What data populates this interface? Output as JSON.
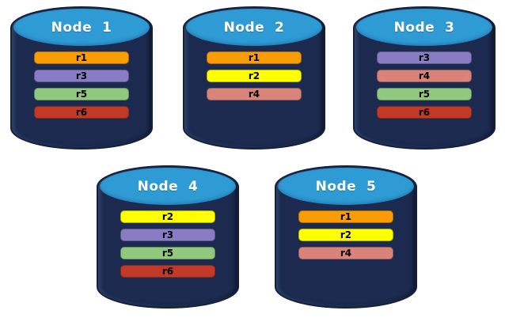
{
  "diagram": {
    "background": "#FFFFFF"
  },
  "colors": {
    "cylinder_body": "#1B2A4E",
    "cylinder_edge": "#13203F",
    "cylinder_top": "#2F9BD5",
    "node_label_text": "#FFFFFF",
    "replica_label_text": "#000000"
  },
  "replica_colors": {
    "r1": "#F99C06",
    "r2": "#FFFF00",
    "r3": "#8A7CC4",
    "r4": "#D9837A",
    "r5": "#90C97E",
    "r6": "#C13A27"
  },
  "nodes": [
    {
      "label": "Node  1",
      "replicas": [
        "r1",
        "r3",
        "r5",
        "r6"
      ]
    },
    {
      "label": "Node  2",
      "replicas": [
        "r1",
        "r2",
        "r4"
      ]
    },
    {
      "label": "Node  3",
      "replicas": [
        "r3",
        "r4",
        "r5",
        "r6"
      ]
    },
    {
      "label": "Node  4",
      "replicas": [
        "r2",
        "r3",
        "r5",
        "r6"
      ]
    },
    {
      "label": "Node  5",
      "replicas": [
        "r1",
        "r2",
        "r4"
      ]
    }
  ]
}
